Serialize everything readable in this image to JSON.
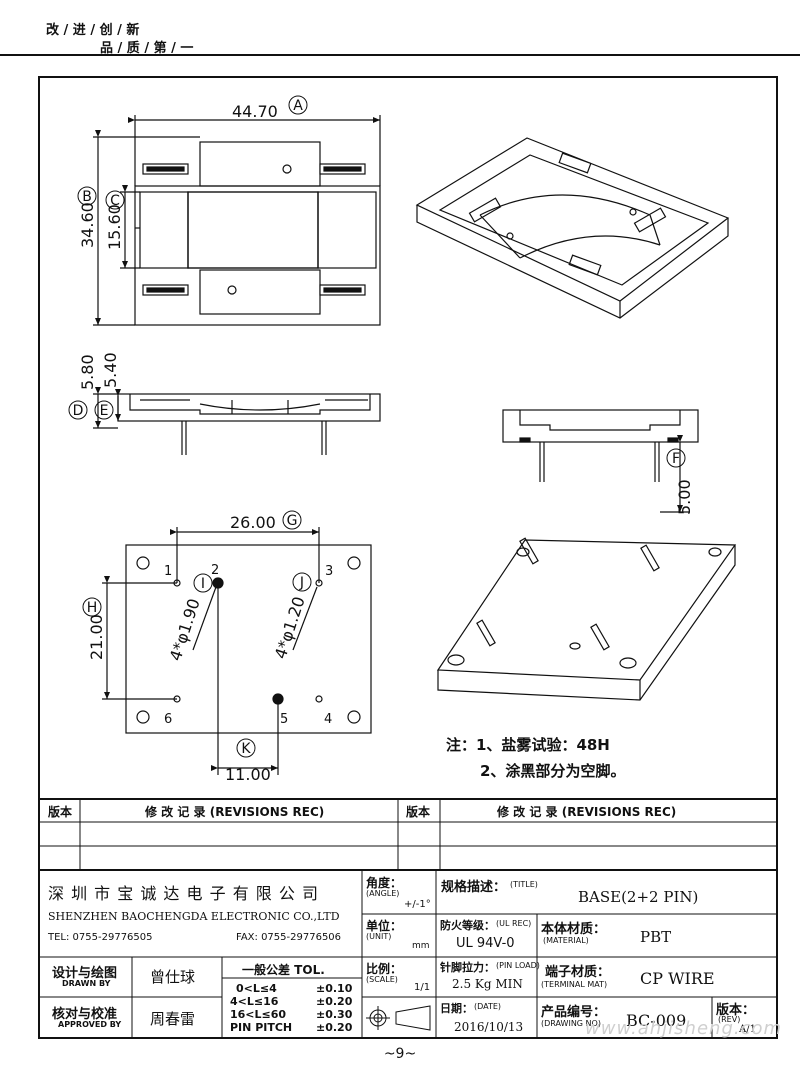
{
  "header": {
    "slogan_line1": "改 / 进 / 创 / 新",
    "slogan_line2": "品 / 质 / 第 / 一"
  },
  "drawing": {
    "dim_width": "44.70",
    "dim_height": "34.60",
    "dim_inner": "15.60",
    "dim_d": "5.80",
    "dim_e": "5.40",
    "dim_f": "5.00",
    "dim_g": "26.00",
    "dim_h": "21.00",
    "dim_k": "11.00",
    "dim_i": "4*φ1.90",
    "dim_j": "4*φ1.20",
    "labels": {
      "A": "A",
      "B": "B",
      "C": "C",
      "D": "D",
      "E": "E",
      "F": "F",
      "G": "G",
      "H": "H",
      "I": "I",
      "J": "J",
      "K": "K"
    },
    "pins": {
      "p1": "1",
      "p2": "2",
      "p3": "3",
      "p4": "4",
      "p5": "5",
      "p6": "6"
    }
  },
  "notes": {
    "note1": "注：1、盐雾试验：48H",
    "note2": "2、涂黑部分为空脚。"
  },
  "revisions": {
    "col_ver": "版本",
    "col_rec": "修  改  记  录  (REVISIONS REC)"
  },
  "titleblock": {
    "company_cn": "深 圳 市 宝 诚 达 电 子 有 限 公 司",
    "company_en": "SHENZHEN BAOCHENGDA ELECTRONIC CO.,LTD",
    "tel": "TEL: 0755-29776505",
    "fax": "FAX: 0755-29776506",
    "angle_label": "角度：",
    "angle_en": "(ANGLE)",
    "angle_val": "+/-1°",
    "unit_label": "单位：",
    "unit_en": "(UNIT)",
    "unit_val": "mm",
    "scale_label": "比例：",
    "scale_en": "(SCALE)",
    "scale_val": "1/1",
    "title_label": "规格描述：",
    "title_en": "(TITLE)",
    "title_val": "BASE(2+2 PIN)",
    "ul_label": "防火等级：",
    "ul_en": "(UL REC)",
    "ul_val": "UL 94V-0",
    "material_label": "本体材质：",
    "material_en": "(MATERIAL)",
    "material_val": "PBT",
    "pinload_label": "针脚拉力：",
    "pinload_en": "(PIN LOAD)",
    "pinload_val": "2.5 Kg MIN",
    "terminal_label": "端子材质：",
    "terminal_en": "(TERMINAL MAT)",
    "terminal_val": "CP WIRE",
    "date_label": "日期：",
    "date_en": "(DATE)",
    "date_val": "2016/10/13",
    "drawno_label": "产品编号：",
    "drawno_en": "(DRAWING NO)",
    "drawno_val": "BC-009",
    "rev_label": "版本：",
    "rev_en": "(REV)",
    "rev_val": "A/1",
    "drawn_label": "设计与绘图",
    "drawn_en": "DRAWN BY",
    "drawn_val": "曾仕球",
    "approved_label": "核对与校准",
    "approved_en": "APPROVED BY",
    "approved_val": "周春雷",
    "tol_title": "一般公差 TOL.",
    "tol_rows": [
      {
        "range": "0<L≤4",
        "val": "±0.10"
      },
      {
        "range": "4<L≤16",
        "val": "±0.20"
      },
      {
        "range": "16<L≤60",
        "val": "±0.30"
      },
      {
        "range": "PIN PITCH",
        "val": "±0.20"
      }
    ]
  },
  "footer": {
    "page": "~9~",
    "watermark": "www.ahjisheng.com"
  }
}
